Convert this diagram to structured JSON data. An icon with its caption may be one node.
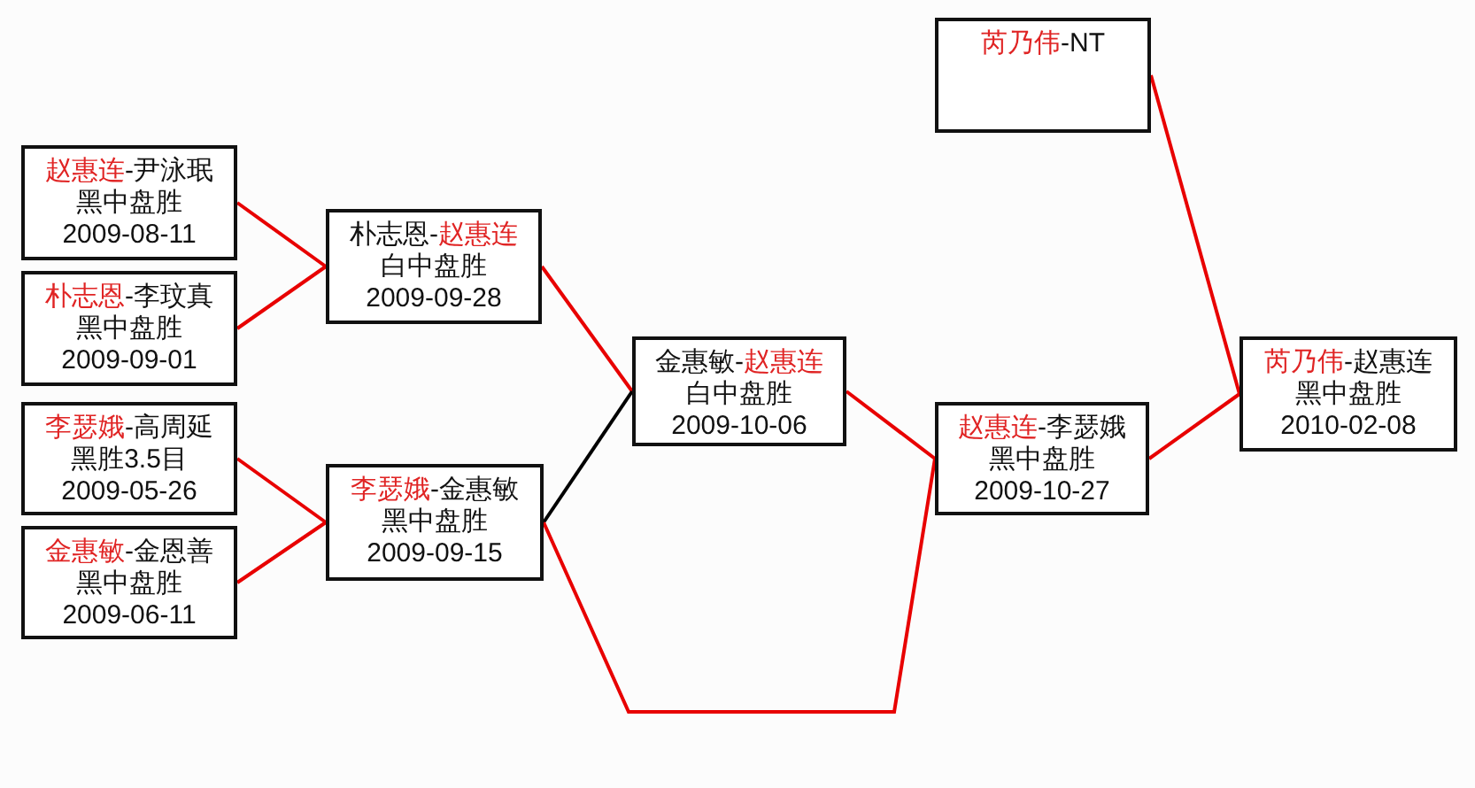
{
  "diagram": {
    "nodes": [
      {
        "text": [
          "赵惠连",
          "-尹泳珉",
          "黑中盘胜",
          "2009-08-11"
        ]
      },
      {
        "text": [
          "朴志恩",
          "-李玟真",
          "黑中盘胜",
          "2009-09-01"
        ]
      },
      {
        "text": [
          "李瑟娥",
          "-高周延",
          "黑胜3.5目",
          "2009-05-26"
        ]
      },
      {
        "text": [
          "金惠敏",
          "-金恩善",
          "黑中盘胜",
          "2009-06-11"
        ]
      },
      {
        "text": [
          "朴志恩-",
          "赵惠连",
          "白中盘胜",
          "2009-09-28"
        ]
      },
      {
        "text": [
          "李瑟娥",
          "-金惠敏",
          "黑中盘胜",
          "2009-09-15"
        ]
      },
      {
        "text": [
          "金惠敏-",
          "赵惠连",
          "白中盘胜",
          "2009-10-06"
        ]
      },
      {
        "text": [
          "芮乃伟",
          "-NT"
        ]
      },
      {
        "text": [
          "赵惠连",
          "-李瑟娥",
          "黑中盘胜",
          "2009-10-27"
        ]
      },
      {
        "text": [
          "芮乃伟",
          "-赵惠连",
          "黑中盘胜",
          "2010-02-08"
        ]
      }
    ],
    "edges": [
      {
        "from": 0,
        "to": 4,
        "arrow": "none"
      },
      {
        "from": 1,
        "to": 4,
        "arrow": "none"
      },
      {
        "from": 2,
        "to": 5,
        "arrow": "none"
      },
      {
        "from": 3,
        "to": 5,
        "arrow": "none"
      },
      {
        "from": 4,
        "to": 6,
        "arrow": "none"
      },
      {
        "from": 5,
        "to": 6,
        "arrow": "none",
        "color": "#000000"
      },
      {
        "from": 5,
        "to": 8,
        "arrow": "none"
      },
      {
        "from": 6,
        "to": 8,
        "arrow": "none"
      },
      {
        "from": 8,
        "to": 9,
        "arrow": "none"
      },
      {
        "from": 7,
        "to": 9,
        "arrow": "none"
      }
    ]
  }
}
